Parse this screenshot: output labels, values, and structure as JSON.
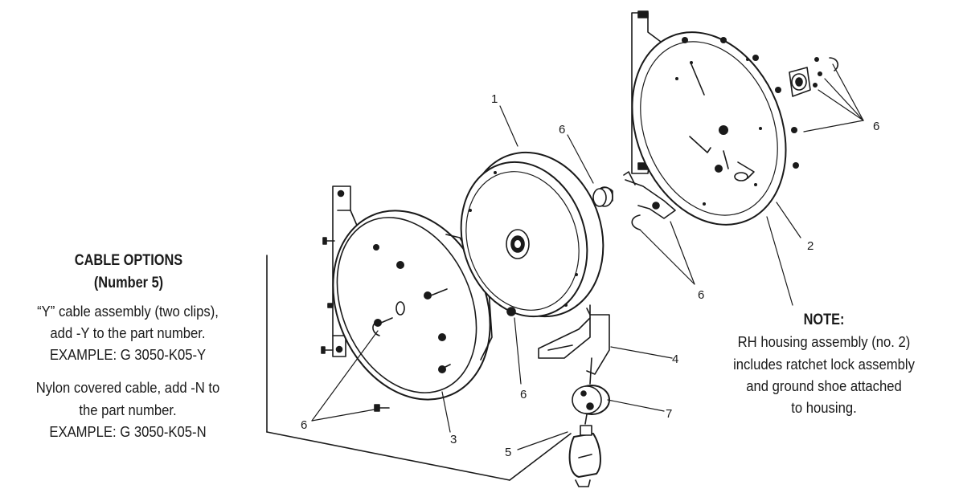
{
  "callouts": {
    "part_1": "1",
    "part_2": "2",
    "part_3": "3",
    "part_4": "4",
    "part_5": "5",
    "part_6_bushing": "6",
    "part_6_right_hw": "6",
    "part_6_clips": "6",
    "part_6_nut": "6",
    "part_6_left_hw": "6",
    "part_7": "7"
  },
  "cable_options": {
    "title": "CABLE OPTIONS",
    "subtitle": "(Number 5)",
    "line1": "“Y” cable assembly (two clips),",
    "line2": "add -Y to the part number.",
    "line3": "EXAMPLE: G 3050-K05-Y",
    "line4": "Nylon covered cable, add -N to",
    "line5": "the part number.",
    "line6": "EXAMPLE: G 3050-K05-N"
  },
  "note": {
    "title": "NOTE:",
    "line1": "RH housing assembly (no. 2)",
    "line2": "includes ratchet lock assembly",
    "line3": "and ground shoe attached",
    "line4": "to housing."
  }
}
